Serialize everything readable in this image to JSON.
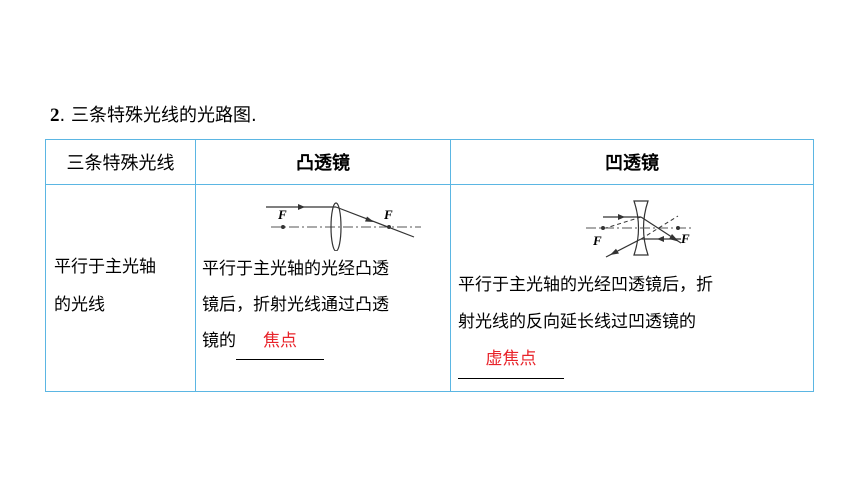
{
  "heading": {
    "number": "2",
    "text": ". 三条特殊光线的光路图."
  },
  "table": {
    "headers": [
      "三条特殊光线",
      "凸透镜",
      "凹透镜"
    ],
    "row": {
      "label_line1": "平行于主光轴",
      "label_line2": "的光线",
      "convex": {
        "focus_left": "F",
        "focus_right": "F",
        "line1": "平行于主光轴的光经凸透",
        "line2": "镜后，折射光线通过凸透",
        "line3_prefix": "镜的",
        "answer": "焦点"
      },
      "concave": {
        "focus_left": "F",
        "focus_right": "F",
        "line1": "平行于主光轴的光经凹透镜后，折",
        "line2": "射光线的反向延长线过凹透镜的",
        "answer": "虚焦点"
      }
    }
  },
  "colors": {
    "table_border": "#5bb6e3",
    "answer": "#e8232a"
  }
}
